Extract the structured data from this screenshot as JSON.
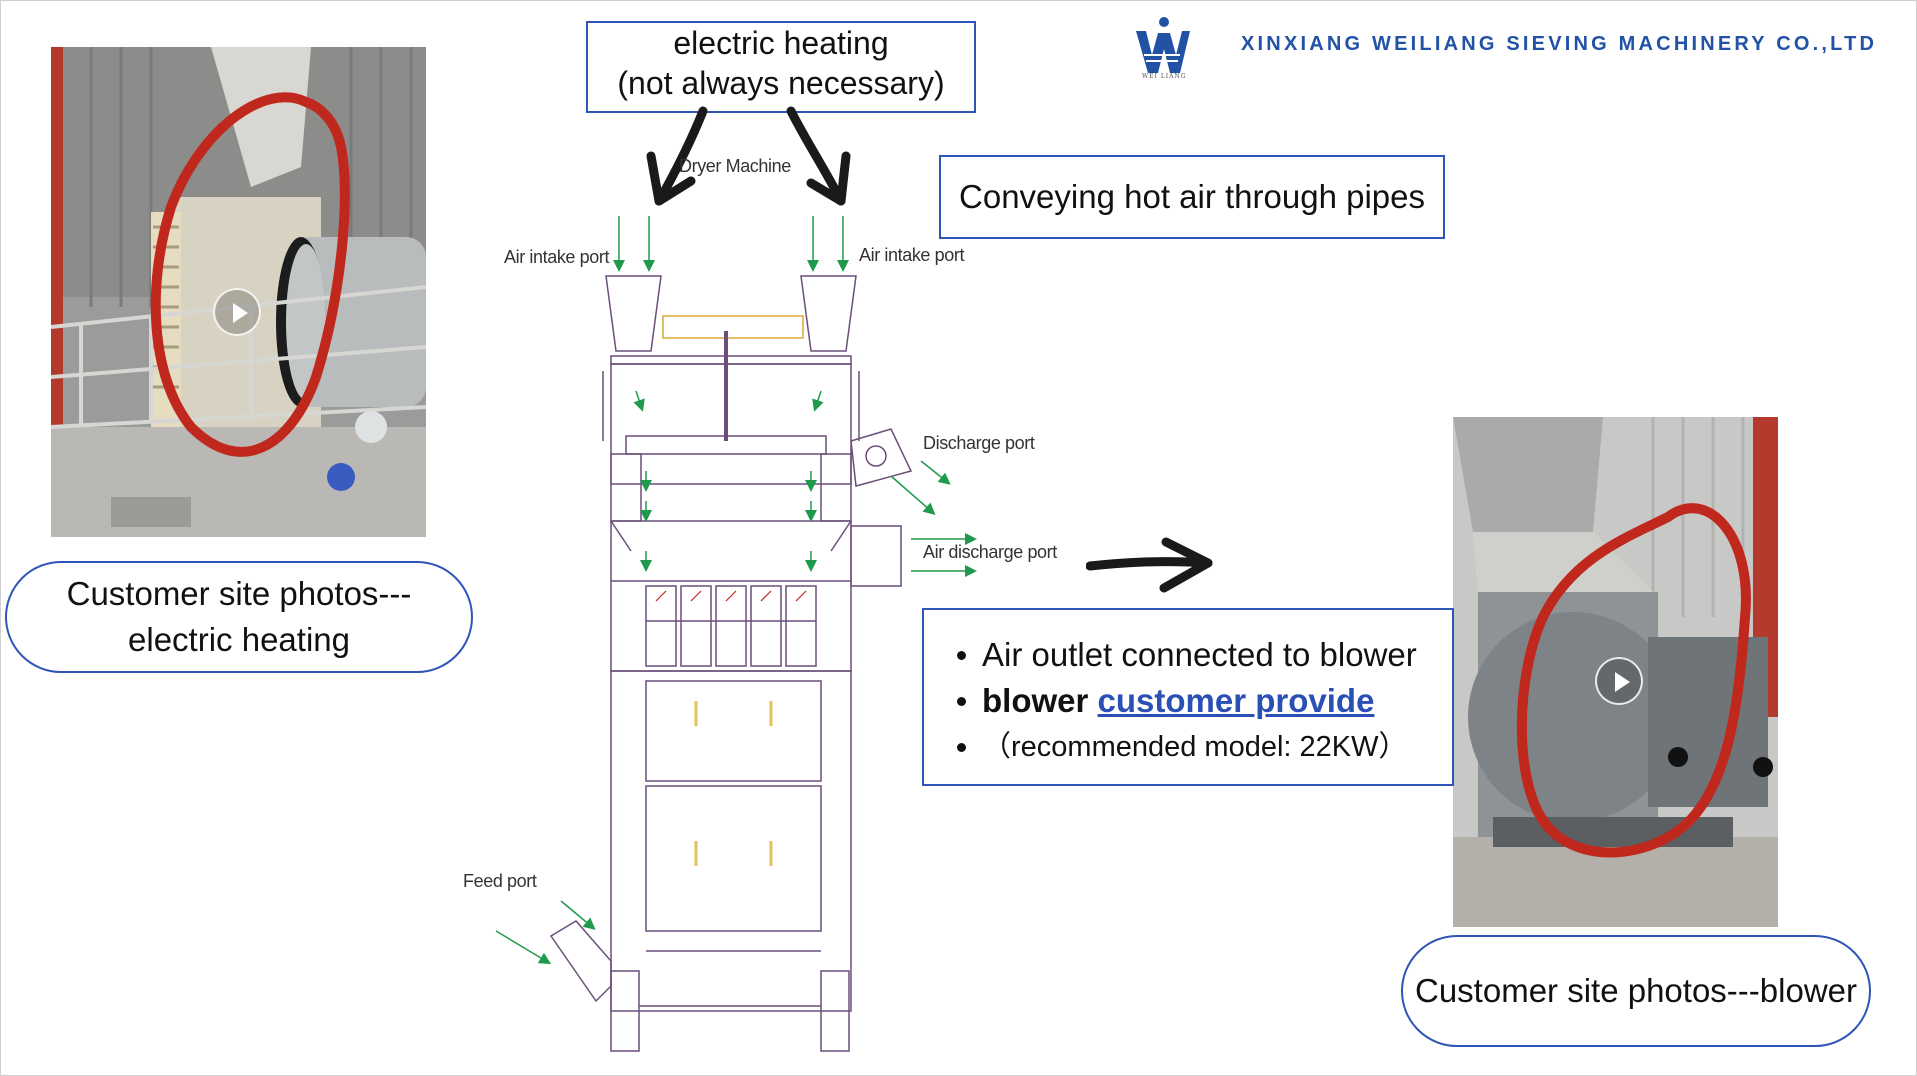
{
  "brand": {
    "logo_text": "WEI LIANG",
    "company": "XINXIANG WEILIANG SIEVING MACHINERY CO.,LTD",
    "accent": "#2152a6",
    "frame_color": "#2f55b8",
    "circle_color": "#c0281e"
  },
  "callouts": {
    "electric_heating_line1": "electric heating",
    "electric_heating_line2": "(not always necessary)",
    "conveying": "Conveying hot air through pipes"
  },
  "left_photo": {
    "caption_line1": "Customer site photos---",
    "caption_line2": "electric heating",
    "play_icon": "play-icon"
  },
  "right_photo": {
    "caption": "Customer site photos---blower",
    "play_icon": "play-icon"
  },
  "diagram": {
    "title": "Dryer Machine",
    "air_intake_left": "Air intake port",
    "air_intake_right": "Air intake port",
    "discharge_port": "Discharge port",
    "air_discharge_port": "Air discharge port",
    "feed_port": "Feed port"
  },
  "blower_box": {
    "item1": "Air outlet connected to blower",
    "item2_bold": "blower",
    "item2_link": "customer provide",
    "item3": "（recommended model: 22KW）"
  }
}
